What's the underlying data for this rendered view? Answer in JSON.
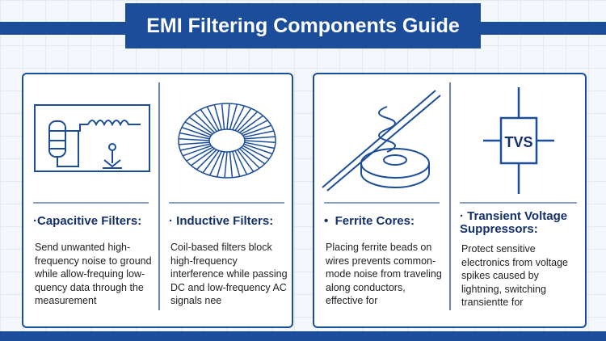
{
  "title": "EMI Filtering Components Guide",
  "colors": {
    "primary": "#1b4d9b",
    "heading": "#14306b"
  },
  "cards": [
    {
      "icon": "capacitor-resistor-circuit-icon",
      "heading": "Capacitive Filters:",
      "bullet": "·",
      "text": "Send unwanted high-frequency noise to ground while allow-frequing low-quency data through the measurement"
    },
    {
      "icon": "toroid-inductor-icon",
      "heading": "Inductive Filters:",
      "bullet": "·",
      "text": "Coil-based filters block high-frequency interference while passing DC and low-frequency AC signals nee"
    },
    {
      "icon": "ferrite-core-icon",
      "heading": "Ferrite Cores:",
      "bullet": "•",
      "text": "Placing ferrite beads on wires prevents common-mode noise from traveling along conductors, effective for"
    },
    {
      "icon": "tvs-diode-icon",
      "heading": "Transient Voltage Suppressors:",
      "bullet": "·",
      "text": "Protect sensitive electronics from voltage spikes caused by lightning, switching transientte for",
      "label": "TVS"
    }
  ]
}
